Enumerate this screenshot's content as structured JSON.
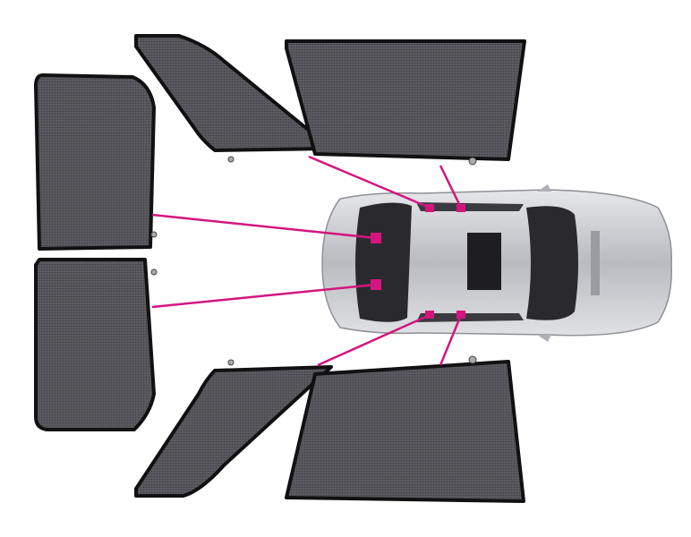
{
  "colors": {
    "background": "#ffffff",
    "shade_fill": "#55555a",
    "shade_border": "#111111",
    "connector": "#d4157f",
    "car_body": "#c9cbd0",
    "car_glass": "#2a2a2e"
  },
  "parts": [
    {
      "name": "rear-left-quarter-shade"
    },
    {
      "name": "front-left-door-shade"
    },
    {
      "name": "rear-window-shade-left"
    },
    {
      "name": "rear-window-shade-right"
    },
    {
      "name": "rear-right-quarter-shade"
    },
    {
      "name": "front-right-door-shade"
    }
  ]
}
